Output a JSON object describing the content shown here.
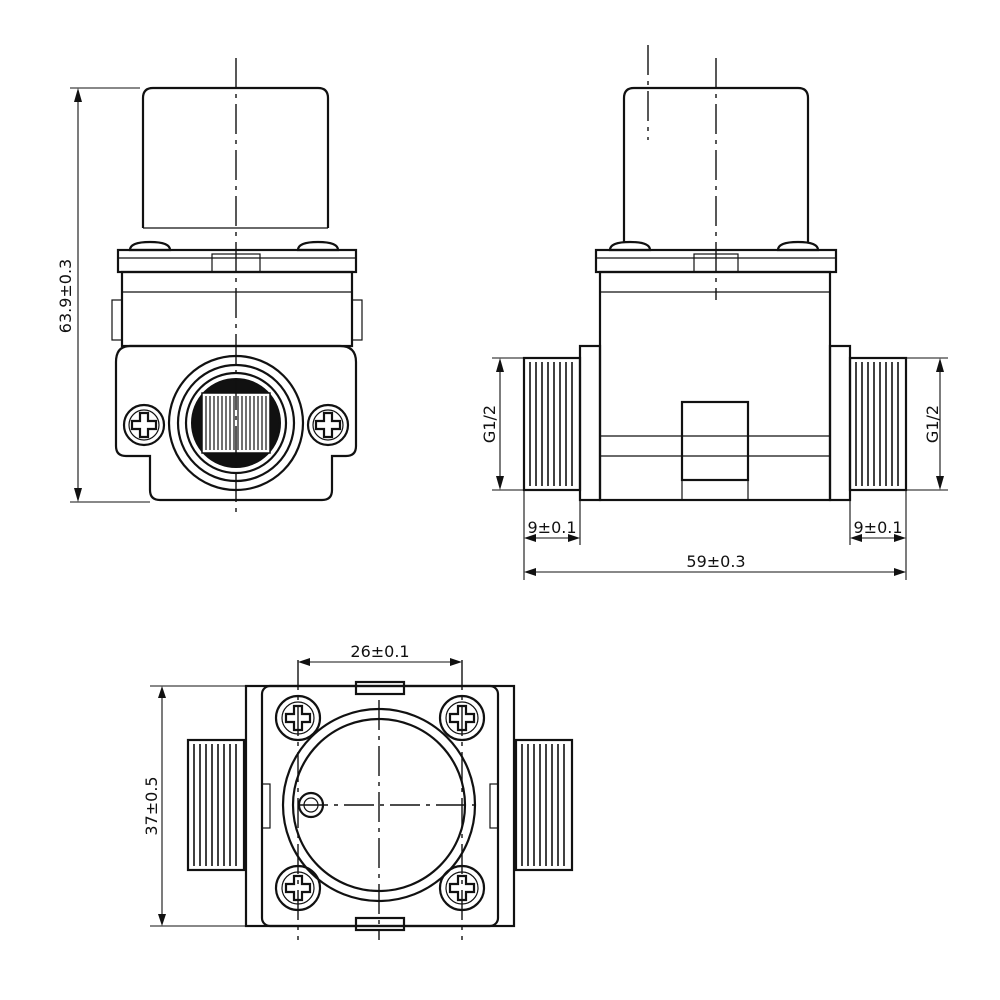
{
  "dimensions": {
    "height_front": "63.9±0.3",
    "thread_left": "G1/2",
    "thread_right": "G1/2",
    "thread_len_left": "9±0.1",
    "thread_len_right": "9±0.1",
    "overall_length": "59±0.3",
    "screw_spacing": "26±0.1",
    "body_width": "37±0.5"
  },
  "colors": {
    "line": "#111111",
    "background": "#ffffff"
  }
}
